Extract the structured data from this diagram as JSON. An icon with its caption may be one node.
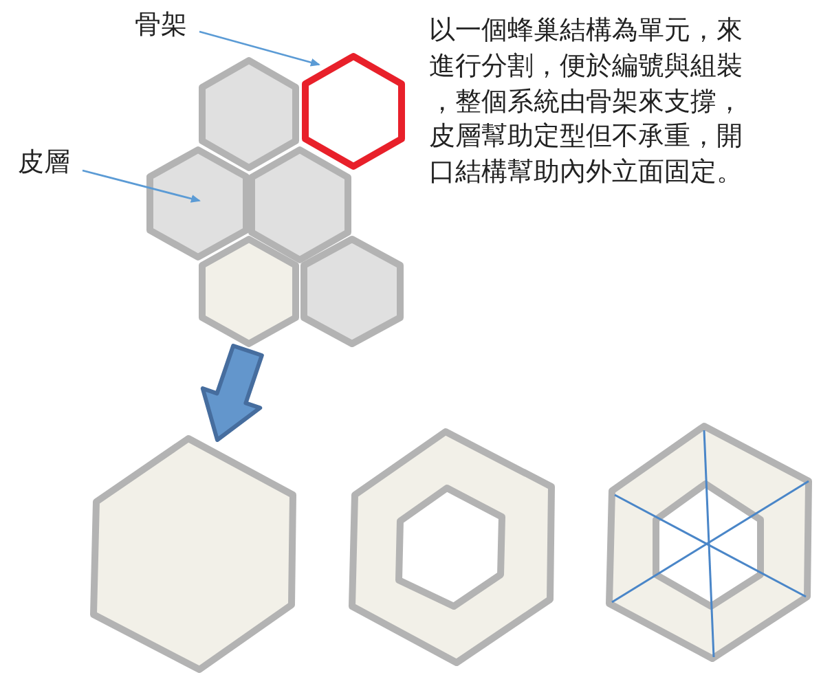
{
  "diagram": {
    "nodes": [
      {
        "text": [
          "骨架"
        ]
      },
      {
        "text": [
          "皮層"
        ]
      },
      {
        "text": [],
        "shape": "hexagon"
      },
      {
        "text": [],
        "shape": "hexagon"
      },
      {
        "text": [],
        "shape": "hexagon"
      },
      {
        "text": [],
        "shape": "hexagon"
      },
      {
        "text": [],
        "shape": "hexagon"
      },
      {
        "text": [],
        "shape": "hexagon"
      },
      {
        "text": [],
        "shape": "hexagon"
      },
      {
        "text": [],
        "shape": "hexagon"
      },
      {
        "text": [],
        "shape": "hexagon"
      }
    ],
    "edges": [
      {
        "from": 0,
        "to": 3,
        "arrow": "to"
      },
      {
        "from": 1,
        "to": 4,
        "arrow": "to"
      },
      {
        "from": 6,
        "to": 8,
        "arrow": "to",
        "style": "thick",
        "color": "#6396cc"
      }
    ],
    "labels": [
      "以一個蜂巢結構為單元，來進行分割，便於編號與組裝，整個系統由骨架來支撐，皮層幫助定型但不承重，開口結構幫助內外立面固定。"
    ]
  }
}
